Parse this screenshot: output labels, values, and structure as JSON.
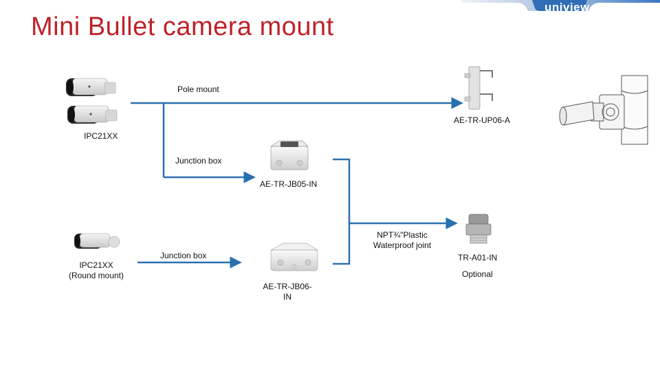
{
  "title": "Mini Bullet camera mount",
  "brand": "uniview",
  "colors": {
    "title": "#c0212a",
    "connector": "#2a6fb0",
    "brand_gradient_start": "#dfe7f0",
    "brand_gradient_end": "#3a78c4"
  },
  "labels": {
    "pole_mount": "Pole mount",
    "up06": "AE-TR-UP06-A",
    "ipc21xx_top": "IPC21XX",
    "junction_box_1": "Junction box",
    "jb05": "AE-TR-JB05-IN",
    "npt_line1": "NPT¾\"Plastic",
    "npt_line2": "Waterproof joint",
    "ipc21xx_round_line1": "IPC21XX",
    "ipc21xx_round_line2": "(Round mount)",
    "junction_box_2": "Junction box",
    "tra01": "TR-A01-IN",
    "optional": "Optional",
    "jb06_line1": "AE-TR-JB06-",
    "jb06_line2": "IN"
  },
  "icons": [
    "bullet-camera-icon",
    "pole-bracket-icon",
    "pole-mounted-camera-icon",
    "junction-box-icon",
    "cable-gland-icon"
  ]
}
